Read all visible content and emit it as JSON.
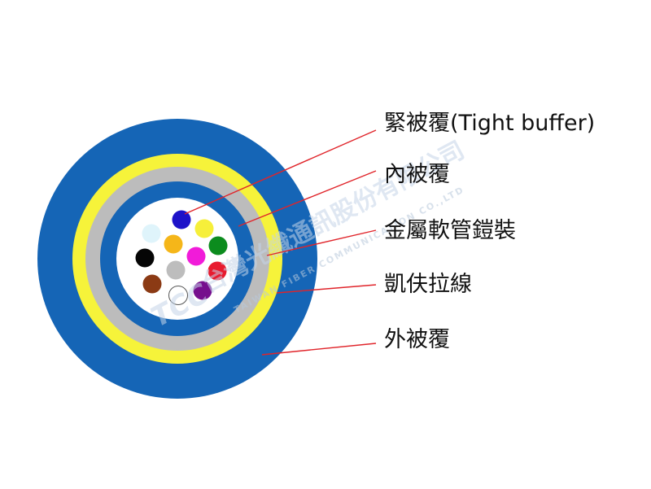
{
  "diagram": {
    "labels": [
      {
        "id": "tight-buffer",
        "text": "緊被覆(Tight buffer)"
      },
      {
        "id": "inner-sheath",
        "text": "內被覆"
      },
      {
        "id": "armor",
        "text": "金屬軟管鎧裝"
      },
      {
        "id": "strength-member",
        "text": "凱伕拉線"
      },
      {
        "id": "outer-sheath",
        "text": "外被覆"
      }
    ],
    "colors": {
      "outer_sheath": "#1565b6",
      "strength_member": "#f6f33a",
      "armor": "#bcbcbc",
      "inner_sheath": "#1565b6",
      "core": "#ffffff",
      "leader_line": "#e0242a"
    },
    "fibers": [
      {
        "name": "blue",
        "color": "#1d12c9"
      },
      {
        "name": "light-blue",
        "color": "#dff4fb"
      },
      {
        "name": "yellow",
        "color": "#f6ef3a"
      },
      {
        "name": "orange",
        "color": "#f5b619"
      },
      {
        "name": "pink",
        "color": "#f11bd9"
      },
      {
        "name": "green",
        "color": "#0c8c1e"
      },
      {
        "name": "black",
        "color": "#050505"
      },
      {
        "name": "gray",
        "color": "#bdbdbd"
      },
      {
        "name": "red",
        "color": "#e81b2f"
      },
      {
        "name": "brown",
        "color": "#8b3a14"
      },
      {
        "name": "white",
        "color": "#ffffff"
      },
      {
        "name": "violet",
        "color": "#760f8d"
      }
    ],
    "watermark": {
      "logo": "TCC",
      "company_cn": "台灣光纖通訊股份有限公司",
      "company_en": "TAIWAN FIBER COMMUNICATION CO.,LTD"
    }
  }
}
